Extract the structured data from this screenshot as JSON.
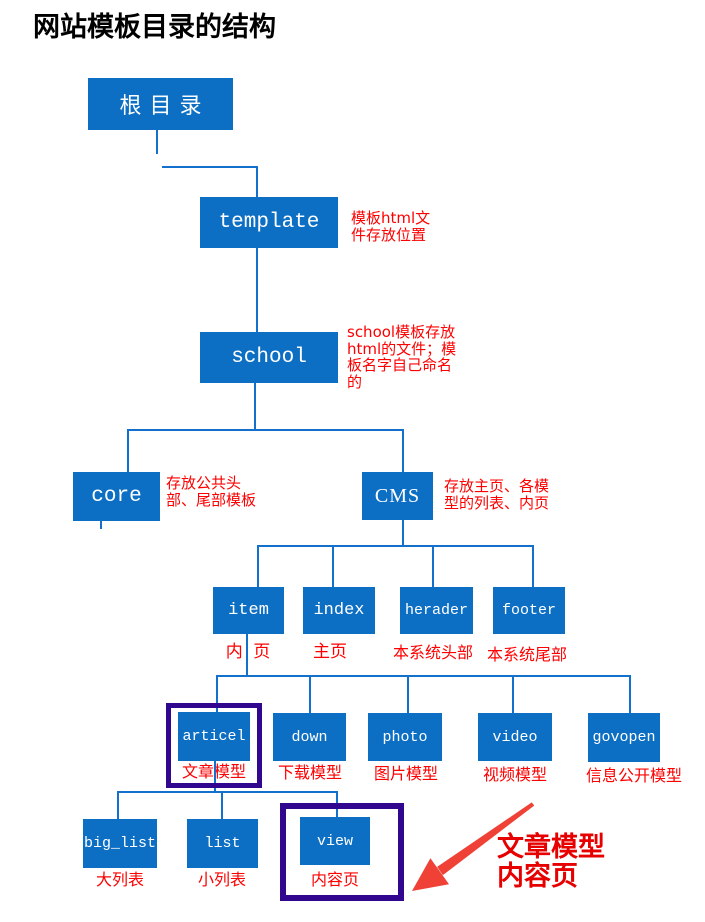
{
  "title": "网站模板目录的结构",
  "colors": {
    "node_blue": "#0d6fc4",
    "line_blue": "#1470cd",
    "annotation_red": "#fe0000",
    "callout_red": "#e60000",
    "arrow_red": "#ef4136",
    "highlight_purple": "#31078f",
    "node_text": "#ffffff"
  },
  "nodes": {
    "root": {
      "label": "根目录"
    },
    "template": {
      "label": "template",
      "note": "模板html文\n件存放位置"
    },
    "school": {
      "label": "school",
      "note": "school模板存放\nhtml的文件；模\n板名字自己命名\n的"
    },
    "core": {
      "label": "core",
      "note": "存放公共头\n部、尾部模板"
    },
    "cms": {
      "label": "CMS",
      "note": "存放主页、各模\n型的列表、内页"
    },
    "item": {
      "label": "item",
      "caption": "内 页"
    },
    "index": {
      "label": "index",
      "caption": "主页"
    },
    "herader": {
      "label": "herader",
      "caption": "本系统头部"
    },
    "footer": {
      "label": "footer",
      "caption": "本系统尾部"
    },
    "articel": {
      "label": "articel",
      "caption": "文章模型"
    },
    "down": {
      "label": "down",
      "caption": "下载模型"
    },
    "photo": {
      "label": "photo",
      "caption": "图片模型"
    },
    "video": {
      "label": "video",
      "caption": "视频模型"
    },
    "govopen": {
      "label": "govopen",
      "caption": "信息公开模型"
    },
    "big_list": {
      "label": "big_list",
      "caption": "大列表"
    },
    "list": {
      "label": "list",
      "caption": "小列表"
    },
    "view": {
      "label": "view",
      "caption": "内容页"
    }
  },
  "callout": {
    "text": "文章模型\n内容页"
  }
}
